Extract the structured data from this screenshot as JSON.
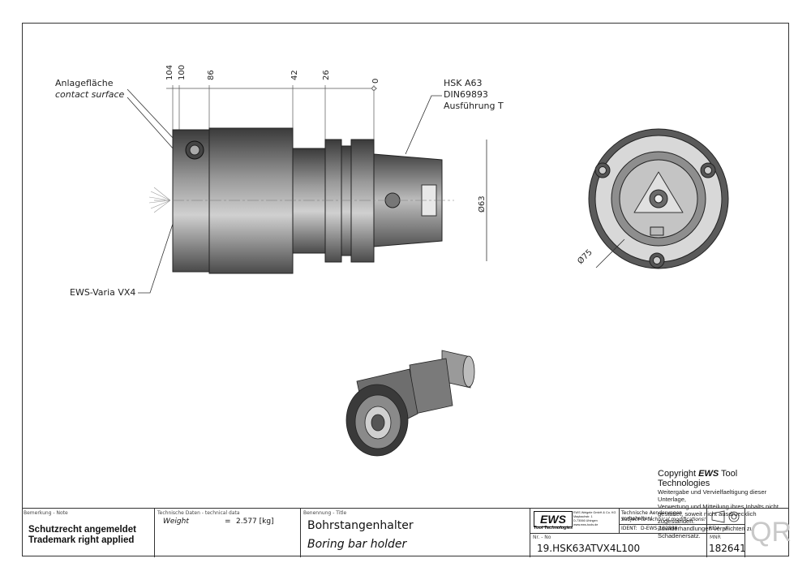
{
  "drawing": {
    "dims": [
      "104",
      "100",
      "86",
      "42",
      "26",
      "0"
    ],
    "diameter_front": "Ø63",
    "diameter_end": "Ø75",
    "callout_contact": {
      "de": "Anlagefläche",
      "en": "contact surface"
    },
    "callout_hsk": [
      "HSK A63",
      "DIN69893",
      "Ausführung T"
    ],
    "callout_varia": "EWS-Varia VX4"
  },
  "copyright": {
    "line1_prefix": "Copyright ",
    "line1_brand": "EWS",
    "line1_suffix": " Tool Technologies",
    "lines": [
      "Weitergabe und Vervielfaeltigung dieser Unterlage,",
      "Verwertung und Mitteilung ihres Inhalts nicht",
      "gestattet, soweit nicht ausdruecklich zugestanden.",
      "Zuwiderhandlungen verpflichten zu Schadenersatz."
    ]
  },
  "title_block": {
    "note_label": "Bemerkung - Note",
    "note_line1": "Schutzrecht angemeldet",
    "note_line2": "Trademark right applied",
    "tech_label": "Technische Daten - technical data",
    "weight_label": "Weight",
    "weight_eq": "=",
    "weight_value": "2.577 [kg]",
    "title_label": "Benennung - Title",
    "title_de": "Bohrstangenhalter",
    "title_en": "Boring bar holder",
    "logo": "EWS",
    "logo_sub": "Tool Technologies",
    "company_lines": [
      "EWS Weigele GmbH & Co. KG",
      "Maybachstr. 1",
      "D-73066 Uhingen",
      "www.ews-tools.de"
    ],
    "change_de": "Technische Aenderungen vorbehalten!",
    "change_en": "Subject to technical modifications!",
    "ident_label": "IDENT:",
    "ident_value": "D-EWS-182898",
    "rev_label": "REV:",
    "rev_value": "-/-",
    "nr_label": "Nr. - No",
    "part_number": "19.HSK63ATVX4L100",
    "mnr_label": "MNR",
    "mnr_value": "182641",
    "qr_text": "QR"
  }
}
